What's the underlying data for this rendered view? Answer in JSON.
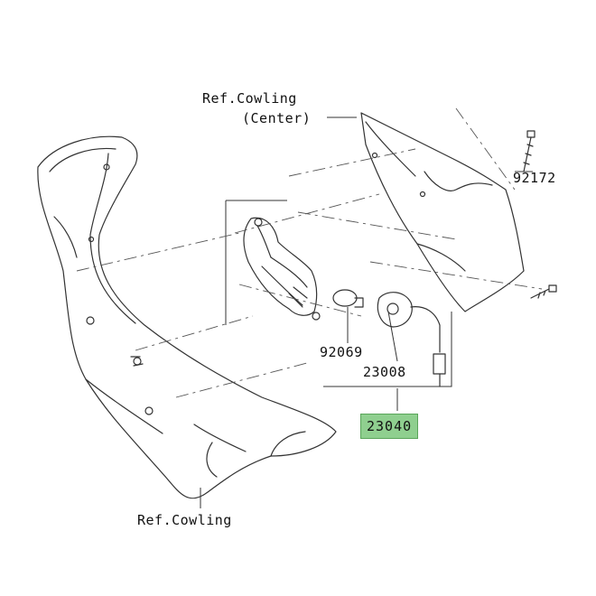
{
  "labels": {
    "ref_cowling_center_line1": "Ref.Cowling",
    "ref_cowling_center_line2": "(Center)",
    "part_92172": "92172",
    "part_92069": "92069",
    "part_23008": "23008",
    "part_23040": "23040",
    "ref_cowling": "Ref.Cowling"
  },
  "colors": {
    "line": "#333333",
    "highlight": "#8fcf8f"
  }
}
